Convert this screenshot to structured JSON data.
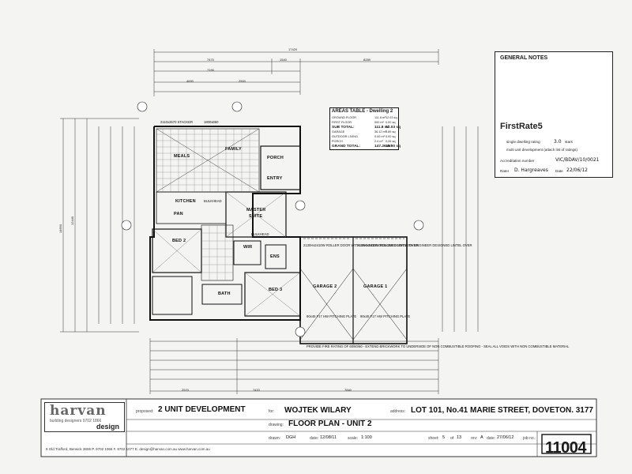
{
  "title_block": {
    "logo_word": "harvan",
    "logo_sub": "building designers 9702 1866",
    "logo_design": "design",
    "address_line": "9 Old Trafford, Berwick 3806    P. 9702 1066  F. 9702 1077   E. design@harvan.com.au         www.harvan.com.au",
    "proposed_label": "proposed:",
    "proposed_value": "2 UNIT DEVELOPMENT",
    "for_label": "for:",
    "for_value": "WOJTEK WILARY",
    "address_label": "address:",
    "address_value": "LOT 101, No.41 MARIE STREET, DOVETON. 3177",
    "drawing_label": "drawing:",
    "drawing_value": "FLOOR PLAN - UNIT 2",
    "drawn_label": "drawn:",
    "drawn_value": "DGH",
    "date_label": "date:",
    "date_value": "12/08/11",
    "scale_label": "scale:",
    "scale_value": "1:100",
    "sheet_label": "sheet:",
    "sheet_value": "5",
    "of_label": "of",
    "of_value": "13",
    "rev_label": "rev:",
    "rev_value": "A",
    "revdate_label": "date:",
    "revdate_value": "27/06/12",
    "jobno_label": "job no.:",
    "job_no": "11004"
  },
  "general_notes": {
    "title": "GENERAL NOTES",
    "firstrate_logo": "FirstRate5",
    "single_dwelling": "single dwelling rating",
    "single_value": "3.0",
    "single_units": "stars",
    "multi_unit": "multi unit development  (attach list of ratings)",
    "accreditation_label": "Accreditation number",
    "accreditation_value": "VIC/BDAV/10/0021",
    "rater_label": "Rater",
    "rater_value": "D. Hargreaves",
    "rater_date_label": "Date",
    "rater_date_value": "22/06/12"
  },
  "areas_table": {
    "title": "AREAS TABLE - Dwelling 2",
    "rows": [
      {
        "name": "GROUND FLOOR",
        "a": "111.8 m²",
        "b": "12.03 sq",
        "bold": false
      },
      {
        "name": "FIRST FLOOR",
        "a": "000  m²",
        "b": "0.00 sq",
        "bold": false
      },
      {
        "name": "SUB TOTAL:",
        "a": "111.8 m²",
        "b": "12.03 sq",
        "bold": true
      },
      {
        "name": "GARAGE",
        "a": "36.12 m²",
        "b": "3.89 sq",
        "bold": false
      },
      {
        "name": "OUTDOOR LIVING",
        "a": "0.00 m²",
        "b": "0.00 sq",
        "bold": false
      },
      {
        "name": "PORCH",
        "a": "2.4  m²",
        "b": "0.26 sq",
        "bold": false
      },
      {
        "name": "GRAND TOTAL:",
        "a": "147.26 m²",
        "b": "15.90 sq",
        "bold": true
      }
    ]
  },
  "rooms": {
    "meals": "MEALS",
    "family": "FAMILY",
    "porch": "PORCH",
    "entry": "ENTRY",
    "kitchen": "KITCHEN",
    "pan": "PAN",
    "master": "MASTER",
    "suite": "SUITE",
    "bed2": "BED 2",
    "wir": "WIR",
    "ens": "ENS",
    "bath": "BATH",
    "bed3": "BED 3",
    "garage2": "GARAGE 2",
    "garage1": "GARAGE 1",
    "bulkhead": "BULKHEAD",
    "bulkhead2": "BULKHEAD"
  },
  "notes_text": {
    "roller1": "2130Hx2410W ROLLER\nDOOR WITH ENGINEER\nDESIGNED LINTEL OVER",
    "roller2": "2130Hx2410W ROLLER\nDOOR WITH ENGINEER\nDESIGNED LINTEL OVER",
    "pitch1": "90x45 F17 HW\nPITCHING PLATE",
    "pitch2": "90x45 F17 HW\nPITCHING PLATE",
    "fire": "PROVIDE FIRE RATING OF 60/60/60\n- EXTEND BRICKWORK TO UNDERSIDE OF\nNON COMBUSTIBLE ROOFING - SEAL ALL\nVOIDS WITH NON COMBUSTIBLE  MATERIAL",
    "stacker": "2110x2570 STACKER",
    "sliding": "1800x860"
  },
  "dims": {
    "top_total": "17420",
    "top_a": "7470",
    "top_b": "1540",
    "top_c": "8289",
    "top_d": "7190",
    "top_e": "2500",
    "top_f": "4690",
    "bot_total_a": "2570",
    "bot_total_b": "7410",
    "bot_total_c": "7840",
    "left_total": "14690",
    "left_a": "12440"
  }
}
